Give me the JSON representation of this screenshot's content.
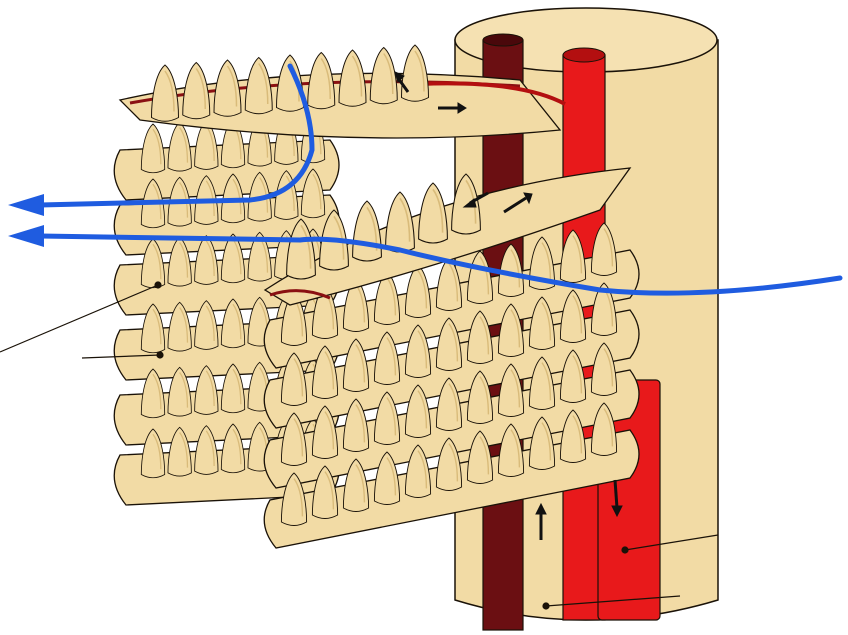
{
  "figure": {
    "labels": [],
    "colors": {
      "tissue": "#f2dba5",
      "tissue_shade": "#e4c684",
      "outline": "#1a1208",
      "artery": "#e8191b",
      "artery_dark": "#b30f10",
      "vein": "#6b0f12",
      "vein_dark": "#4a080b",
      "water_flow": "#1f5ce0",
      "arrow": "#111111"
    },
    "parts": {
      "arch": "gill-arch",
      "efferent_vessel": "efferent-blood-vessel",
      "afferent_vessel": "afferent-blood-vessel",
      "filaments": "gill-filaments",
      "lamellae": "secondary-lamellae",
      "water_flow": "water-flow-arrows",
      "blood_flow": "blood-flow-arrows",
      "leader_lines": "unlabeled-leader-lines"
    }
  }
}
